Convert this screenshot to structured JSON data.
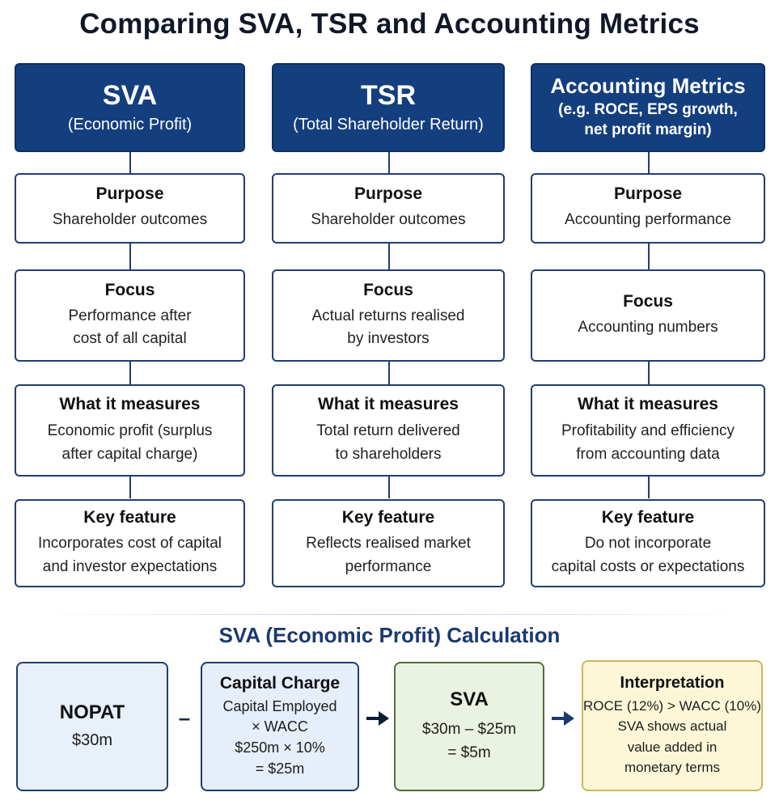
{
  "title": "Comparing SVA, TSR and Accounting Metrics",
  "columns": [
    {
      "header_title": "SVA",
      "header_sub": "(Economic Profit)",
      "cards": [
        {
          "label": "Purpose",
          "text": "Shareholder outcomes"
        },
        {
          "label": "Focus",
          "text": "Performance after\ncost of all capital"
        },
        {
          "label": "What it measures",
          "text": "Economic profit (surplus\nafter capital charge)"
        },
        {
          "label": "Key feature",
          "text": "Incorporates cost of capital\nand investor expectations"
        }
      ]
    },
    {
      "header_title": "TSR",
      "header_sub": "(Total Shareholder Return)",
      "cards": [
        {
          "label": "Purpose",
          "text": "Shareholder outcomes"
        },
        {
          "label": "Focus",
          "text": "Actual returns realised\nby investors"
        },
        {
          "label": "What it measures",
          "text": "Total return delivered\nto shareholders"
        },
        {
          "label": "Key feature",
          "text": "Reflects realised market\nperformance"
        }
      ]
    },
    {
      "header_title": "Accounting Metrics",
      "header_sub": "(e.g. ROCE, EPS growth,\nnet profit margin)",
      "cards": [
        {
          "label": "Purpose",
          "text": "Accounting performance"
        },
        {
          "label": "Focus",
          "text": "Accounting numbers"
        },
        {
          "label": "What it measures",
          "text": "Profitability and efficiency\nfrom accounting data"
        },
        {
          "label": "Key feature",
          "text": "Do not incorporate\ncapital costs or expectations"
        }
      ]
    }
  ],
  "calculation": {
    "title": "SVA (Economic Profit) Calculation",
    "nopat": {
      "label": "NOPAT",
      "value": "$30m"
    },
    "minus_symbol": "–",
    "capital_charge": {
      "label": "Capital Charge",
      "text": "Capital Employed\n× WACC\n$250m × 10%\n= $25m"
    },
    "sva": {
      "label": "SVA",
      "text": "$30m – $25m\n= $5m"
    },
    "interpretation": {
      "label": "Interpretation",
      "text": "ROCE (12%) > WACC (10%)\nSVA shows actual\nvalue added in\nmonetary terms"
    }
  },
  "colors": {
    "header_bg": "#143f7f",
    "card_border": "#1f3f74",
    "nopat_bg": "#e8f0fa",
    "capital_charge_bg": "#e6eef9",
    "sva_bg": "#eaf3e1",
    "interpretation_bg": "#fdf7d8"
  }
}
